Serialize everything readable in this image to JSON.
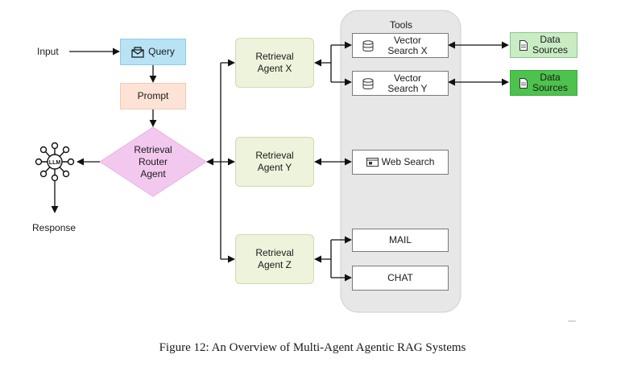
{
  "nodes": {
    "input": "Input",
    "query": "Query",
    "prompt": "Prompt",
    "router": "Retrieval\nRouter\nAgent",
    "llm_icon_text": "LLM",
    "response": "Response",
    "agent_x": "Retrieval\nAgent X",
    "agent_y": "Retrieval\nAgent Y",
    "agent_z": "Retrieval\nAgent Z",
    "tools_title": "Tools",
    "vector_x": "Vector\nSearch X",
    "vector_y": "Vector\nSearch Y",
    "web_search": "Web Search",
    "mail": "MAIL",
    "chat": "CHAT",
    "data_sources_1": "Data\nSources",
    "data_sources_2": "Data\nSources"
  },
  "caption": "Figure 12: An Overview of Multi-Agent Agentic RAG Systems",
  "watermark": {
    "badge": "",
    "text": ""
  },
  "colors": {
    "query_fill": "#b7e3f5",
    "prompt_fill": "#fde3d6",
    "router_fill": "#f3c8ef",
    "agent_fill": "#eef3dc",
    "tools_panel": "#e7e7e7",
    "data_sources_light": "#c9ecc4",
    "data_sources_dark": "#4dc24d"
  },
  "icons": [
    "envelope-icon",
    "llm-network-icon",
    "database-icon",
    "browser-icon",
    "document-icon"
  ]
}
